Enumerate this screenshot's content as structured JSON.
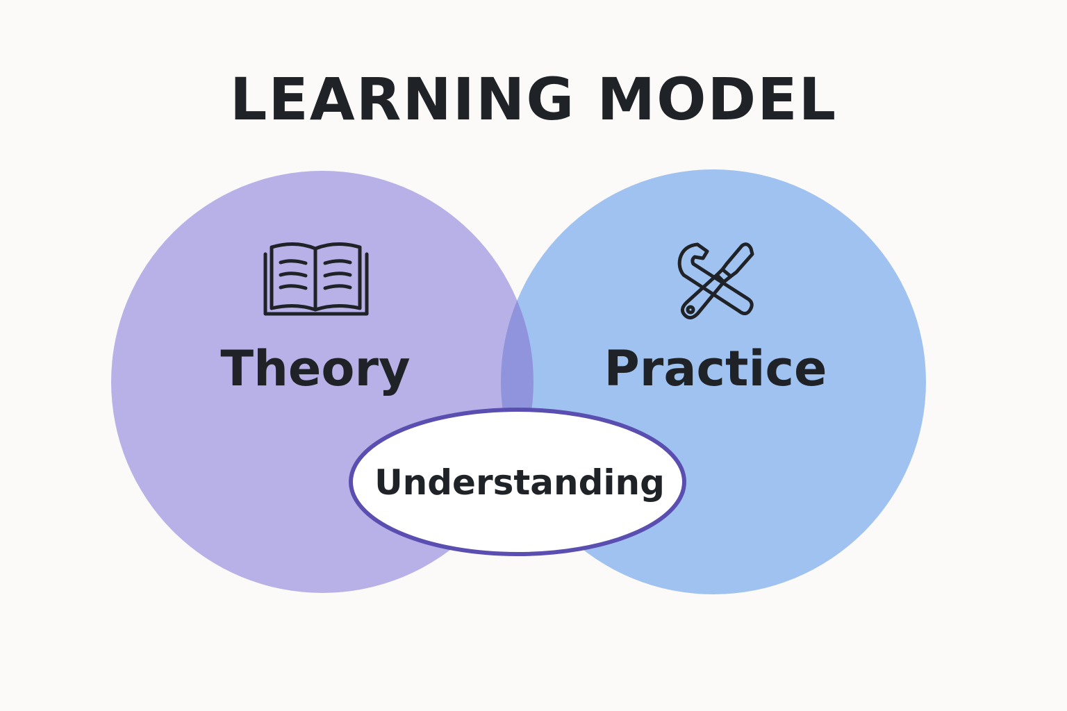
{
  "title": "LEARNING MODEL",
  "circles": [
    {
      "id": "theory",
      "label": "Theory",
      "icon": "open-book-icon",
      "color": "#b7b1e8"
    },
    {
      "id": "practice",
      "label": "Practice",
      "icon": "wrench-screwdriver-icon",
      "color": "#a0c2f0"
    }
  ],
  "center": {
    "label": "Understanding",
    "border_color": "#5a4fb0",
    "fill": "#ffffff"
  },
  "overlap_color": "#8f94dc"
}
